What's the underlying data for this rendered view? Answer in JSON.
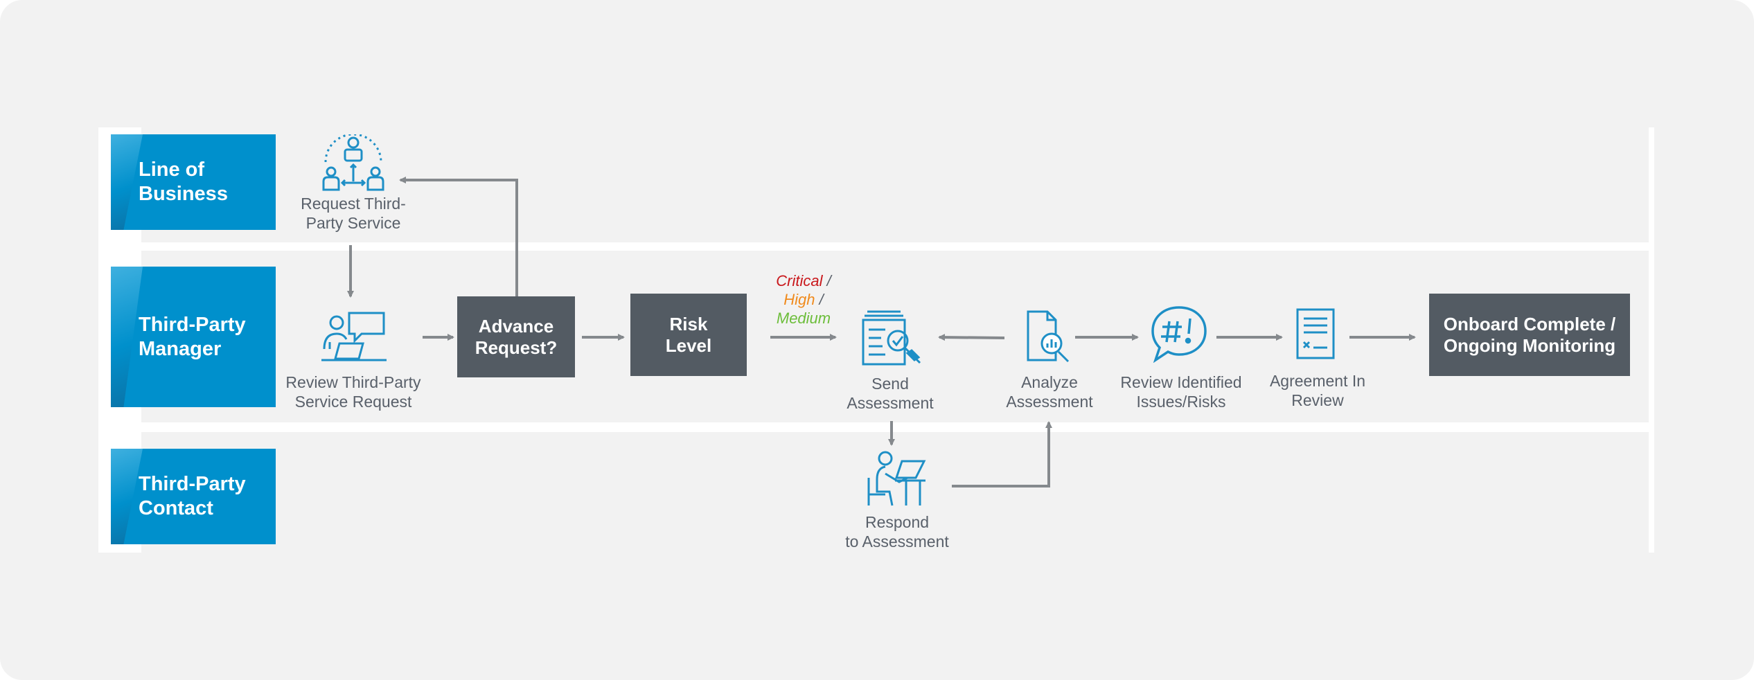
{
  "lanes": [
    {
      "label": "Line of\nBusiness"
    },
    {
      "label": "Third-Party\nManager"
    },
    {
      "label": "Third-Party\nContact"
    }
  ],
  "steps": {
    "request_service": "Request Third-\nParty Service",
    "review_request": "Review Third-Party\nService Request",
    "advance_request": "Advance\nRequest?",
    "risk_level": "Risk\nLevel",
    "send_assessment": "Send\nAssessment",
    "respond_assessment": "Respond\nto Assessment",
    "analyze_assessment": "Analyze\nAssessment",
    "review_issues": "Review Identified\nIssues/Risks",
    "agreement_review": "Agreement In\nReview",
    "onboard_complete": "Onboard Complete /\nOngoing Monitoring"
  },
  "risk_levels": {
    "critical": "Critical",
    "high": "High",
    "medium": "Medium",
    "separator": "/"
  },
  "colors": {
    "lane_blue": "#0090cc",
    "box_gray": "#535b63",
    "icon_blue": "#1e8fc6",
    "arrow_gray": "#85898d",
    "critical": "#c9171b",
    "high": "#f08a1c",
    "medium": "#6cbd3a"
  },
  "icons": {
    "request_service": "team-network-icon",
    "review_request": "person-laptop-chat-icon",
    "send_assessment": "document-check-search-icon",
    "respond_assessment": "person-at-desk-icon",
    "analyze_assessment": "document-chart-search-icon",
    "review_issues": "speech-bubble-hash-icon",
    "agreement_review": "signed-document-icon"
  }
}
